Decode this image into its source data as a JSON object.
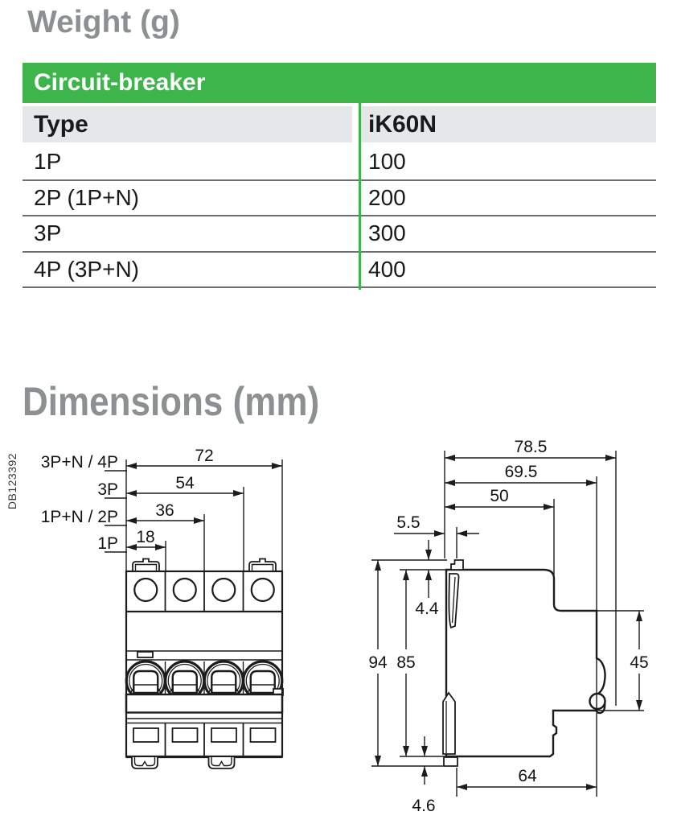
{
  "weight_section": {
    "title": "Weight (g)",
    "table": {
      "title": "Circuit-breaker",
      "col_type": "Type",
      "col_product": "iK60N",
      "rows": [
        {
          "type": "1P",
          "weight": "100"
        },
        {
          "type": "2P (1P+N)",
          "weight": "200"
        },
        {
          "type": "3P",
          "weight": "300"
        },
        {
          "type": "4P (3P+N)",
          "weight": "400"
        }
      ]
    }
  },
  "dimensions_section": {
    "title": "Dimensions (mm)",
    "drawing_ref": "DB123392",
    "front_view": {
      "width_dims": [
        {
          "label": "3P+N / 4P",
          "value": "72"
        },
        {
          "label": "3P",
          "value": "54"
        },
        {
          "label": "1P+N / 2P",
          "value": "36"
        },
        {
          "label": "1P",
          "value": "18"
        }
      ]
    },
    "side_view": {
      "total_depth": "78.5",
      "depth_to_front_face": "69.5",
      "top_depth": "50",
      "din_clip_offset": "5.5",
      "clip_protrusion": "4.4",
      "total_height": "94",
      "body_height": "85",
      "front_section_height": "45",
      "base_depth": "64",
      "foot_protrusion": "4.6"
    }
  },
  "colors": {
    "accent_green": "#3db54a",
    "heading_gray": "#8d8f91"
  }
}
